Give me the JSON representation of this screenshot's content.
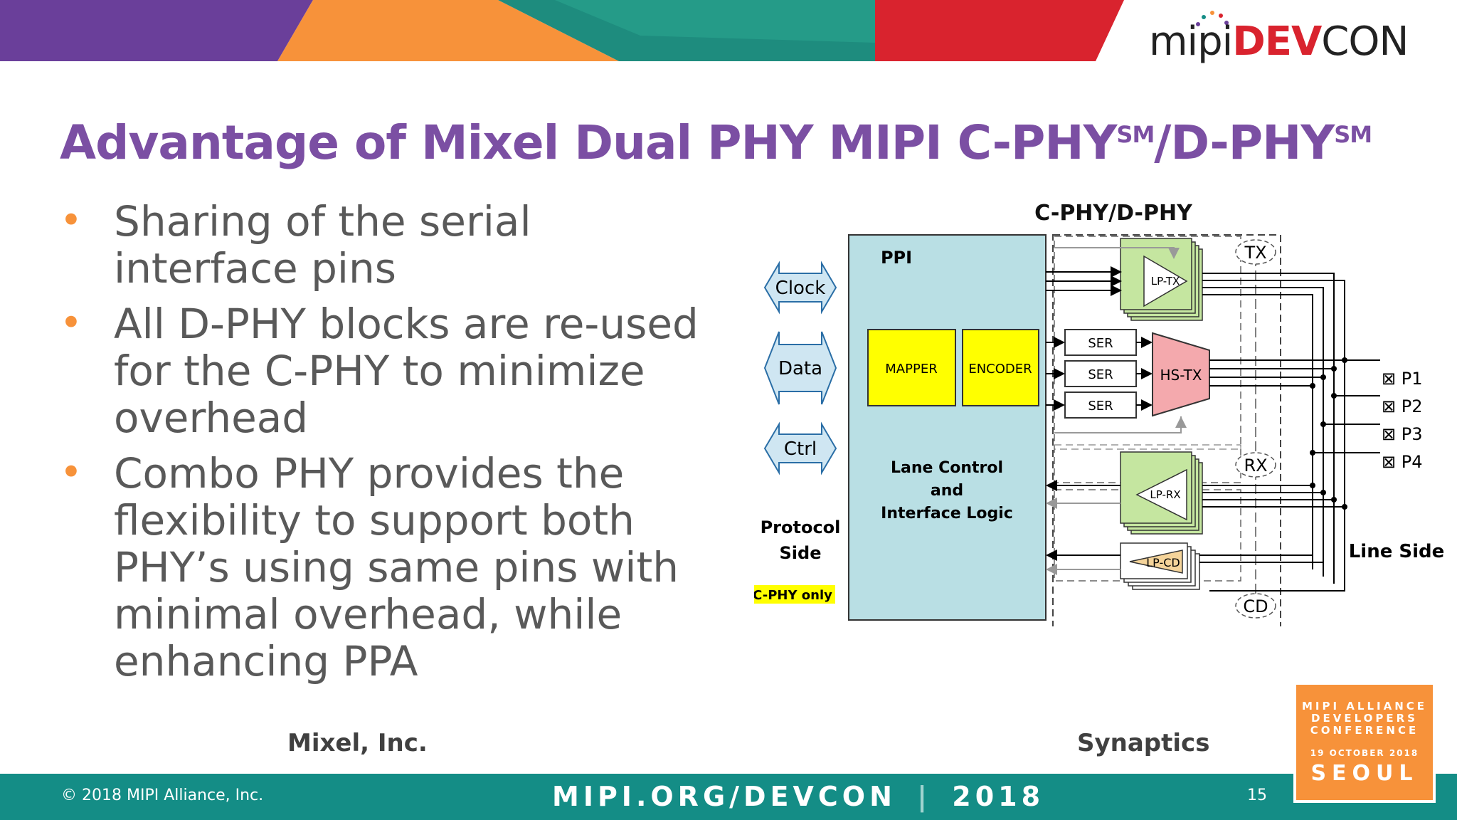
{
  "logo": {
    "mipi": "mipi",
    "dev": "DEV",
    "con": "CON"
  },
  "title": {
    "main": "Advantage of Mixel Dual PHY MIPI C-PHY",
    "sm1": "SM",
    "mid": "/D-PHY",
    "sm2": "SM"
  },
  "bullets": [
    "Sharing of the serial interface pins",
    "All D-PHY blocks are re-used for the C-PHY to minimize overhead",
    "Combo PHY provides the flexibility to support both PHY’s using same pins with minimal overhead, while enhancing PPA"
  ],
  "bullet_marker": "•",
  "credits": {
    "left": "Mixel, Inc.",
    "right": "Synaptics"
  },
  "diagram": {
    "title": "C-PHY/D-PHY",
    "ppi": "PPI",
    "clock": "Clock",
    "data": "Data",
    "ctrl": "Ctrl",
    "protocol_side": [
      "Protocol",
      "Side"
    ],
    "cphy_only": "C-PHY only",
    "mapper": "MAPPER",
    "encoder": "ENCODER",
    "lane_control": [
      "Lane Control",
      "and",
      "Interface Logic"
    ],
    "ser": [
      "SER",
      "SER",
      "SER"
    ],
    "hs_tx": "HS-TX",
    "lp_tx": "LP-TX",
    "lp_rx": "LP-RX",
    "lp_cd": "LP-CD",
    "tx": "TX",
    "rx": "RX",
    "cd": "CD",
    "pins": [
      "⊠ P1",
      "⊠ P2",
      "⊠ P3",
      "⊠ P4"
    ],
    "line_side": "Line Side"
  },
  "footer": {
    "copyright": "© 2018 MIPI Alliance, Inc.",
    "url": "MIPI.ORG/DEVCON",
    "sep": "|",
    "year": "2018",
    "page": "15"
  },
  "badge": {
    "line1": "MIPI ALLIANCE",
    "line2": "DEVELOPERS",
    "line3": "CONFERENCE",
    "date": "19 OCTOBER 2018",
    "city": "SEOUL"
  },
  "colors": {
    "purple": "#7b4fa3",
    "orange": "#f7923a",
    "teal": "#148d86",
    "red": "#d9232e",
    "ppi_fill": "#b9dfe4",
    "yellow": "#ffff00",
    "green": "#c5e6a0",
    "pink": "#f4a9ad",
    "tan": "#f5d49a"
  }
}
